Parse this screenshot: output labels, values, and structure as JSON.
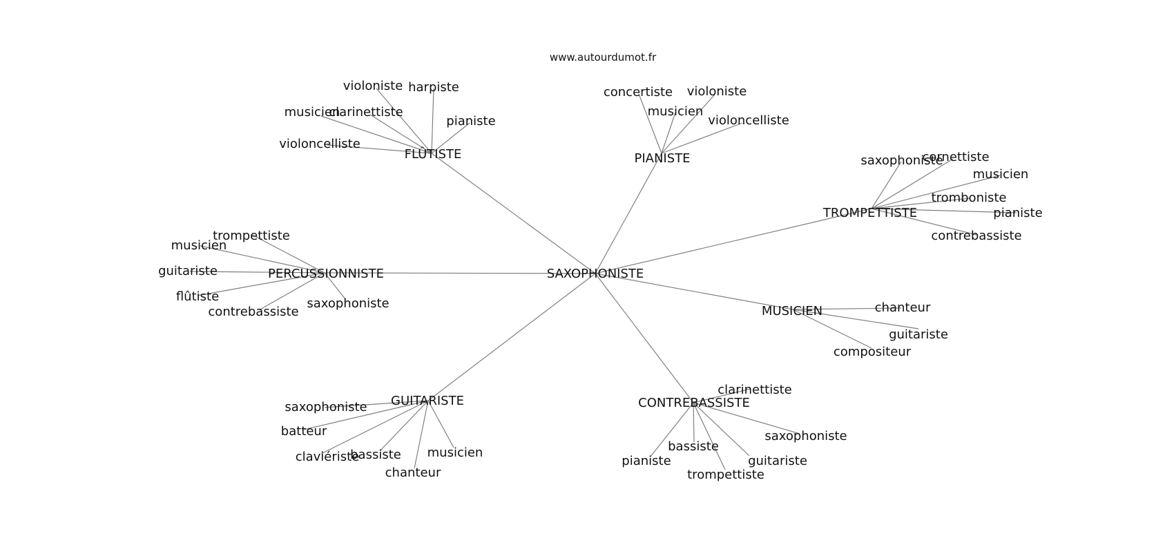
{
  "source": "www.autourdumot.fr",
  "graph": {
    "center": "SAXOPHONISTE",
    "clusters": [
      {
        "id": "flutiste",
        "label": "FLÛTISTE",
        "words": [
          "violoniste",
          "harpiste",
          "musicien",
          "clarinettiste",
          "pianiste",
          "violoncelliste"
        ]
      },
      {
        "id": "pianiste",
        "label": "PIANISTE",
        "words": [
          "concertiste",
          "violoniste",
          "musicien",
          "violoncelliste"
        ]
      },
      {
        "id": "trompettiste",
        "label": "TROMPETTISTE",
        "words": [
          "saxophoniste",
          "cornettiste",
          "musicien",
          "tromboniste",
          "pianiste",
          "contrebassiste"
        ]
      },
      {
        "id": "percussionniste",
        "label": "PERCUSSIONNISTE",
        "words": [
          "trompettiste",
          "musicien",
          "guitariste",
          "flûtiste",
          "contrebassiste",
          "saxophoniste"
        ]
      },
      {
        "id": "musicien",
        "label": "MUSICIEN",
        "words": [
          "chanteur",
          "guitariste",
          "compositeur"
        ]
      },
      {
        "id": "guitariste",
        "label": "GUITARISTE",
        "words": [
          "saxophoniste",
          "batteur",
          "claviériste",
          "bassiste",
          "musicien",
          "chanteur"
        ]
      },
      {
        "id": "contrebassiste",
        "label": "CONTREBASSISTE",
        "words": [
          "clarinettiste",
          "saxophoniste",
          "bassiste",
          "pianiste",
          "guitariste",
          "trompettiste"
        ]
      }
    ]
  }
}
